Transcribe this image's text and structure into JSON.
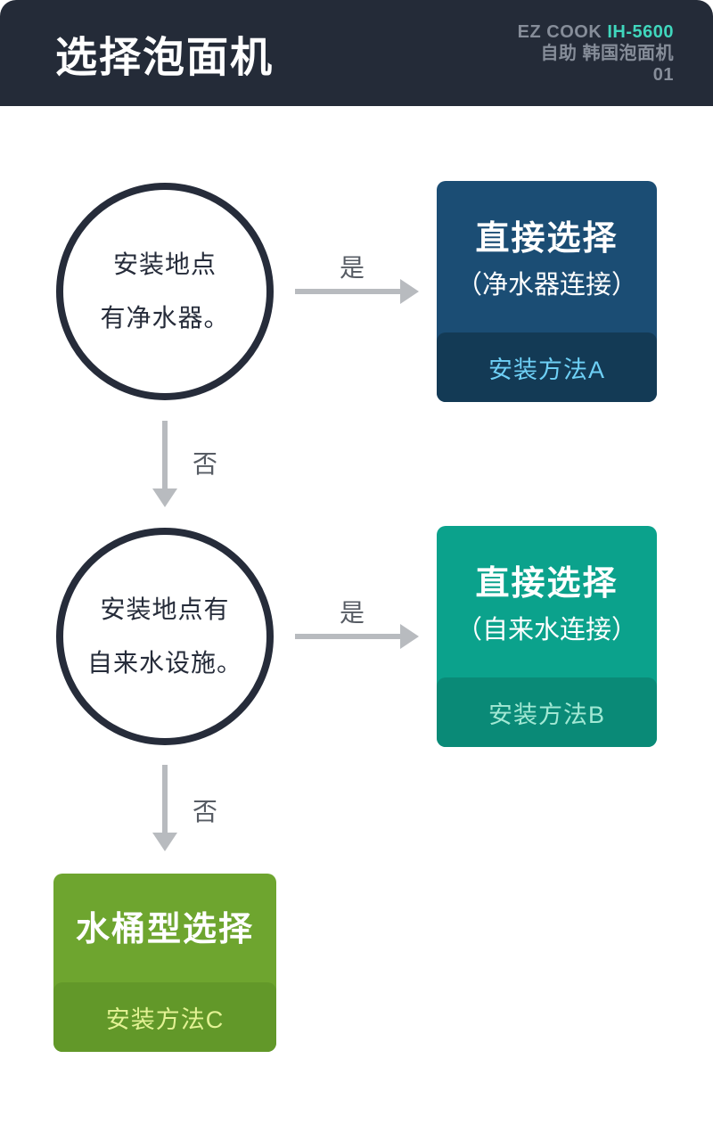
{
  "header": {
    "title": "选择泡面机",
    "brand": "EZ COOK",
    "model": "IH-5600",
    "subtitle": "自助 韩国泡面机",
    "page_number": "01"
  },
  "flow": {
    "decision1": {
      "line1": "安装地点",
      "line2": "有净水器。"
    },
    "decision2": {
      "line1": "安装地点有",
      "line2": "自来水设施。"
    },
    "edges": [
      {
        "label": "是"
      },
      {
        "label": "否"
      },
      {
        "label": "是"
      },
      {
        "label": "否"
      }
    ],
    "result_a": {
      "title": "直接选择",
      "subtitle": "（净水器连接）",
      "method": "安装方法A"
    },
    "result_b": {
      "title": "直接选择",
      "subtitle": "（自来水连接）",
      "method": "安装方法B"
    },
    "result_c": {
      "title": "水桶型选择",
      "method": "安装方法C"
    }
  },
  "colors": {
    "header_bg": "#242B38",
    "model_accent": "#40D7BD",
    "header_meta_text": "#868D99",
    "node_outline": "#262C3A",
    "arrow": "#B8BBBF",
    "edge_label": "#575C64",
    "box_a_body": "#1B4D74",
    "box_a_footer": "#133A55",
    "box_a_method_text": "#6ED0F6",
    "box_b_body": "#0BA28C",
    "box_b_footer": "#0A8A77",
    "box_b_method_text": "#A2E8D4",
    "box_c_body": "#6EA52F",
    "box_c_footer": "#629829",
    "box_c_method_text": "#E3F294"
  }
}
